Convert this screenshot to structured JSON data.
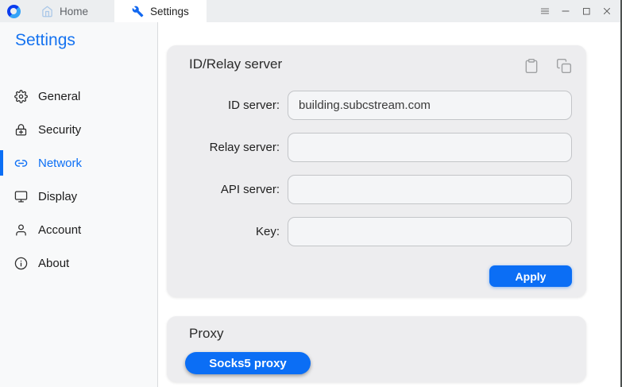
{
  "accent": "#0b6ef5",
  "tabbar": {
    "home_tab": "Home",
    "settings_tab": "Settings"
  },
  "sidebar": {
    "title": "Settings",
    "items": [
      {
        "label": "General",
        "icon": "gear-icon"
      },
      {
        "label": "Security",
        "icon": "lock-icon"
      },
      {
        "label": "Network",
        "icon": "link-icon"
      },
      {
        "label": "Display",
        "icon": "monitor-icon"
      },
      {
        "label": "Account",
        "icon": "person-icon"
      },
      {
        "label": "About",
        "icon": "info-icon"
      }
    ],
    "active_item": "Network"
  },
  "id_relay_card": {
    "title": "ID/Relay server",
    "fields": [
      {
        "label": "ID server:",
        "value": "building.subcstream.com"
      },
      {
        "label": "Relay server:",
        "value": ""
      },
      {
        "label": "API server:",
        "value": ""
      },
      {
        "label": "Key:",
        "value": ""
      }
    ],
    "apply_label": "Apply"
  },
  "proxy_card": {
    "title": "Proxy",
    "button_label": "Socks5 proxy"
  }
}
